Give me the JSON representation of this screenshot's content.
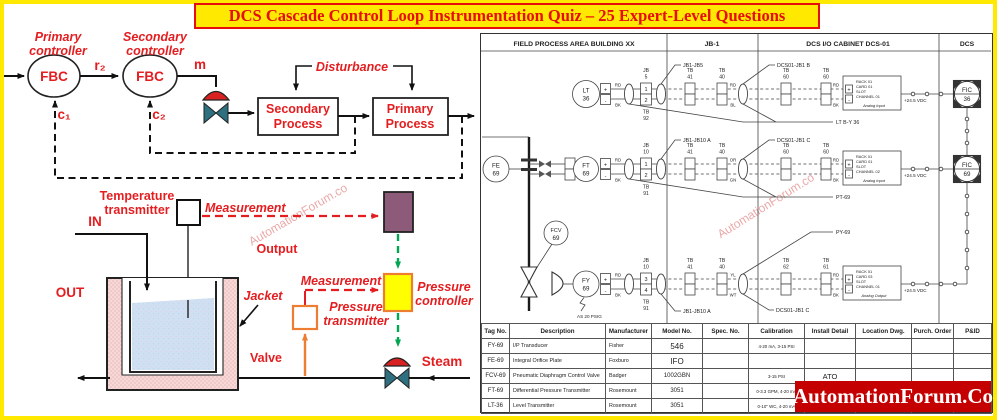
{
  "title": {
    "text": "DCS Cascade Control Loop Instrumentation Quiz – 25 Expert-Level Questions"
  },
  "watermark": {
    "text": "AutomationForum.co"
  },
  "brand": {
    "text": "AutomationForum.Co"
  },
  "colors": {
    "accent_red": "#e41e20",
    "banner_yellow": "#ffe900",
    "valve_teal": "#2e6f80",
    "actuator_red": "#d92121",
    "controller_purple": "#8d5a7a",
    "controller_yellow": "#ffff00",
    "orange_line": "#ed7d31",
    "signal_green": "#00a651",
    "liquid_blue": "#cfe0f2",
    "badge_red": "#c40000"
  },
  "block": {
    "primary_controller": [
      "Primary",
      "controller"
    ],
    "secondary_controller": [
      "Secondary",
      "controller"
    ],
    "fbc1": "FBC",
    "fbc2": "FBC",
    "r2": "r₂",
    "m": "m",
    "c1": "c₁",
    "c2": "c₂",
    "disturbance": "Disturbance",
    "secondary_process": [
      "Secondary",
      "Process"
    ],
    "primary_process": [
      "Primary",
      "Process"
    ],
    "temperature_transmitter": [
      "Temperature",
      "transmitter"
    ],
    "measurement_top": "Measurement",
    "output": "Output",
    "in_label": "IN",
    "out_label": "OUT",
    "jacket": "Jacket",
    "valve": "Valve",
    "steam": "Steam",
    "measurement_mid": "Measurement",
    "pressure_transmitter": [
      "Pressure",
      "transmitter"
    ],
    "pressure_controller": [
      "Pressure",
      "controller"
    ]
  },
  "loop": {
    "headers": [
      "FIELD PROCESS AREA BUILDING XX",
      "JB-1",
      "DCS I/O CABINET DCS-01",
      "DCS"
    ],
    "plus": "+",
    "minus": "-",
    "rows": [
      {
        "tag": [
          "LT",
          "36"
        ],
        "jb": [
          "JB",
          "5"
        ],
        "jb_terms": [
          "1",
          "2"
        ],
        "tb_under": [
          "TB",
          "92"
        ],
        "tb_a": [
          "TB",
          "41"
        ],
        "tb_b": [
          "TB",
          "40"
        ],
        "tb_c": [
          "TB",
          "60"
        ],
        "tb_d": [
          "TB",
          "60"
        ],
        "wire_l": [
          "RD",
          "BK"
        ],
        "wire_m": [
          "RD",
          "BL"
        ],
        "wire_r": [
          "RD",
          "BK"
        ],
        "card": [
          "RACK 01",
          "CARD 01",
          "SLOT",
          "CHANNEL 01"
        ],
        "card_type": "Analog Input",
        "vdc": "+24.5 VDC",
        "dcs_tag": [
          "FIC",
          "36"
        ],
        "cable_jb": "JB1-JB5",
        "cable_dcs": "DCS01-JB1 B",
        "cable_field": "LT B-Y 36"
      },
      {
        "fe_tag": [
          "FE",
          "69"
        ],
        "tag": [
          "FT",
          "69"
        ],
        "jb": [
          "JB",
          "10"
        ],
        "jb_terms": [
          "1",
          "2"
        ],
        "tb_under": [
          "TB",
          "91"
        ],
        "tb_a": [
          "TB",
          "41"
        ],
        "tb_b": [
          "TB",
          "40"
        ],
        "tb_c": [
          "TB",
          "60"
        ],
        "tb_d": [
          "TB",
          "60"
        ],
        "wire_l": [
          "RD",
          "BK"
        ],
        "wire_m": [
          "OR",
          "GN"
        ],
        "wire_r": [
          "RD",
          "BK"
        ],
        "card": [
          "RACK 01",
          "CARD 01",
          "SLOT",
          "CHANNEL 02"
        ],
        "card_type": "Analog Input",
        "vdc": "+24.5 VDC",
        "dcs_tag": [
          "FIC",
          "69"
        ],
        "cable_jb": "JB1-JB10 A",
        "cable_dcs": "DCS01-JB1 C",
        "cable_field": "PT-69"
      },
      {
        "fcv_tag": [
          "FCV",
          "69"
        ],
        "tag": [
          "FY",
          "69"
        ],
        "air": "AS 20 PSIG",
        "jb": [
          "JB",
          "10"
        ],
        "jb_terms": [
          "3",
          "4"
        ],
        "tb_under": [
          "TB",
          "91"
        ],
        "tb_a": [
          "TB",
          "41"
        ],
        "tb_b": [
          "TB",
          "40"
        ],
        "tb_c": [
          "TB",
          "62"
        ],
        "tb_d": [
          "TB",
          "61"
        ],
        "wire_l": [
          "RD",
          "BK"
        ],
        "wire_m": [
          "YL",
          "WT"
        ],
        "wire_r": [
          "RD",
          "BK"
        ],
        "card": [
          "RACK 01",
          "CARD 03",
          "SLOT",
          "CHANNEL 01"
        ],
        "card_type": "Analog Output",
        "vdc": "+24.5 VDC",
        "cable_jb": "JB1-JB10 A",
        "cable_dcs": "DCS01-JB1 C",
        "cable_field": "PY-69"
      }
    ]
  },
  "table": {
    "headers": [
      "Tag No.",
      "Description",
      "Manufacturer",
      "Model No.",
      "Spec. No.",
      "Calibration",
      "Install Detail",
      "Location Dwg.",
      "Purch. Order",
      "P&ID"
    ],
    "rows": [
      [
        "FY-69",
        "I/P Transducer",
        "Fisher",
        "546",
        "",
        "4-20 mA, 3-15 PSI",
        "",
        "",
        "",
        ""
      ],
      [
        "FE-69",
        "Integral Orifice Plate",
        "Foxburo",
        "IFO",
        "",
        "",
        "",
        "",
        "",
        ""
      ],
      [
        "FCV-69",
        "Pneumatic Diaphragm Control Valve",
        "Badger",
        "1002GBN",
        "",
        "3-15 PSI",
        "ATO",
        "",
        "",
        ""
      ],
      [
        "FT-69",
        "Differential Pressure Transmitter",
        "Rosemount",
        "3051",
        "",
        "0-3.3 GPM, 4-20 mA",
        "",
        "",
        "",
        ""
      ],
      [
        "LT-36",
        "Level Transmitter",
        "Rosemount",
        "3051",
        "",
        "0-10\" WC, 4-20 mA",
        "",
        "",
        "",
        ""
      ]
    ]
  }
}
